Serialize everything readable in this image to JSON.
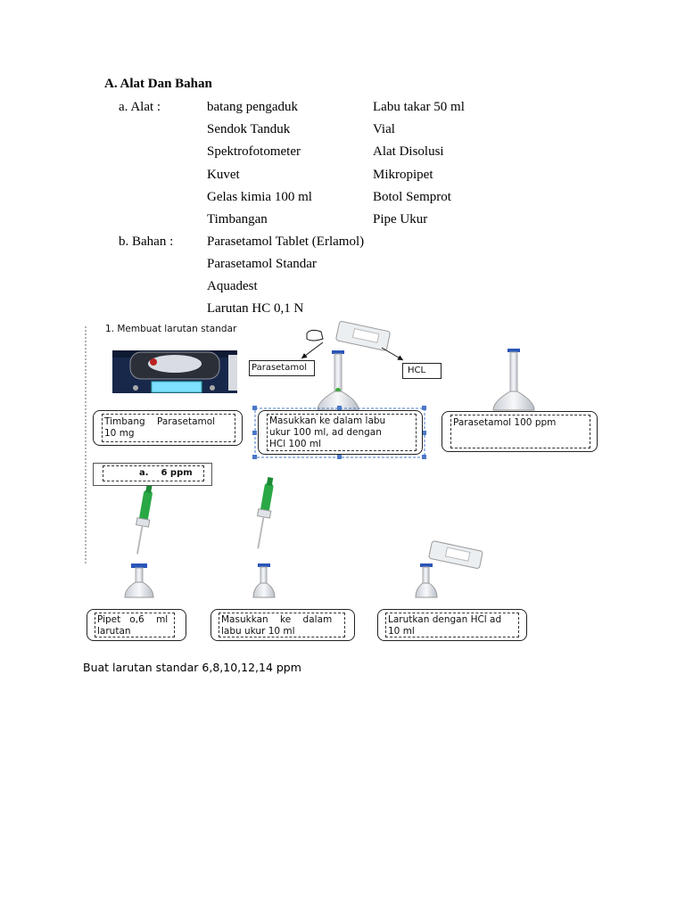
{
  "heading": "A.  Alat Dan Bahan",
  "alat": {
    "label": "a.   Alat :",
    "col1": [
      "batang pengaduk",
      "Sendok Tanduk",
      "Spektrofotometer",
      "Kuvet",
      "Gelas kimia 100 ml",
      "Timbangan"
    ],
    "col2": [
      "Labu takar 50 ml",
      "Vial",
      "Alat Disolusi",
      "Mikropipet",
      "Botol Semprot",
      "Pipe Ukur"
    ]
  },
  "bahan": {
    "label": "b.   Bahan :",
    "items": [
      "Parasetamol Tablet (Erlamol)",
      "Parasetamol Standar",
      "Aquadest",
      "Larutan HC 0,1 N"
    ]
  },
  "figure": {
    "step_title": "1.   Membuat larutan standar",
    "label_parasetamol": "Parasetamol",
    "label_hcl": "HCL",
    "box1": "Timbang    Parasetamol\n10 mg",
    "box2": "Masukkan ke dalam labu\nukur 100 ml, ad dengan\nHCl 100 ml",
    "box3": "Parasetamol 100 ppm",
    "sub_label": "a.    6 ppm",
    "box4": "Pipet   o,6    ml\nlarutan",
    "box5": "Masukkan    ke    dalam\nlabu ukur 10 ml",
    "box6": "Larutkan dengan HCl ad\n10 ml",
    "icons": [
      "balance-icon",
      "spatula-icon",
      "hcl-bottle-icon",
      "volumetric-flask-icon",
      "micropipette-icon"
    ]
  },
  "caption": "Buat larutan standar 6,8,10,12,14 ppm"
}
